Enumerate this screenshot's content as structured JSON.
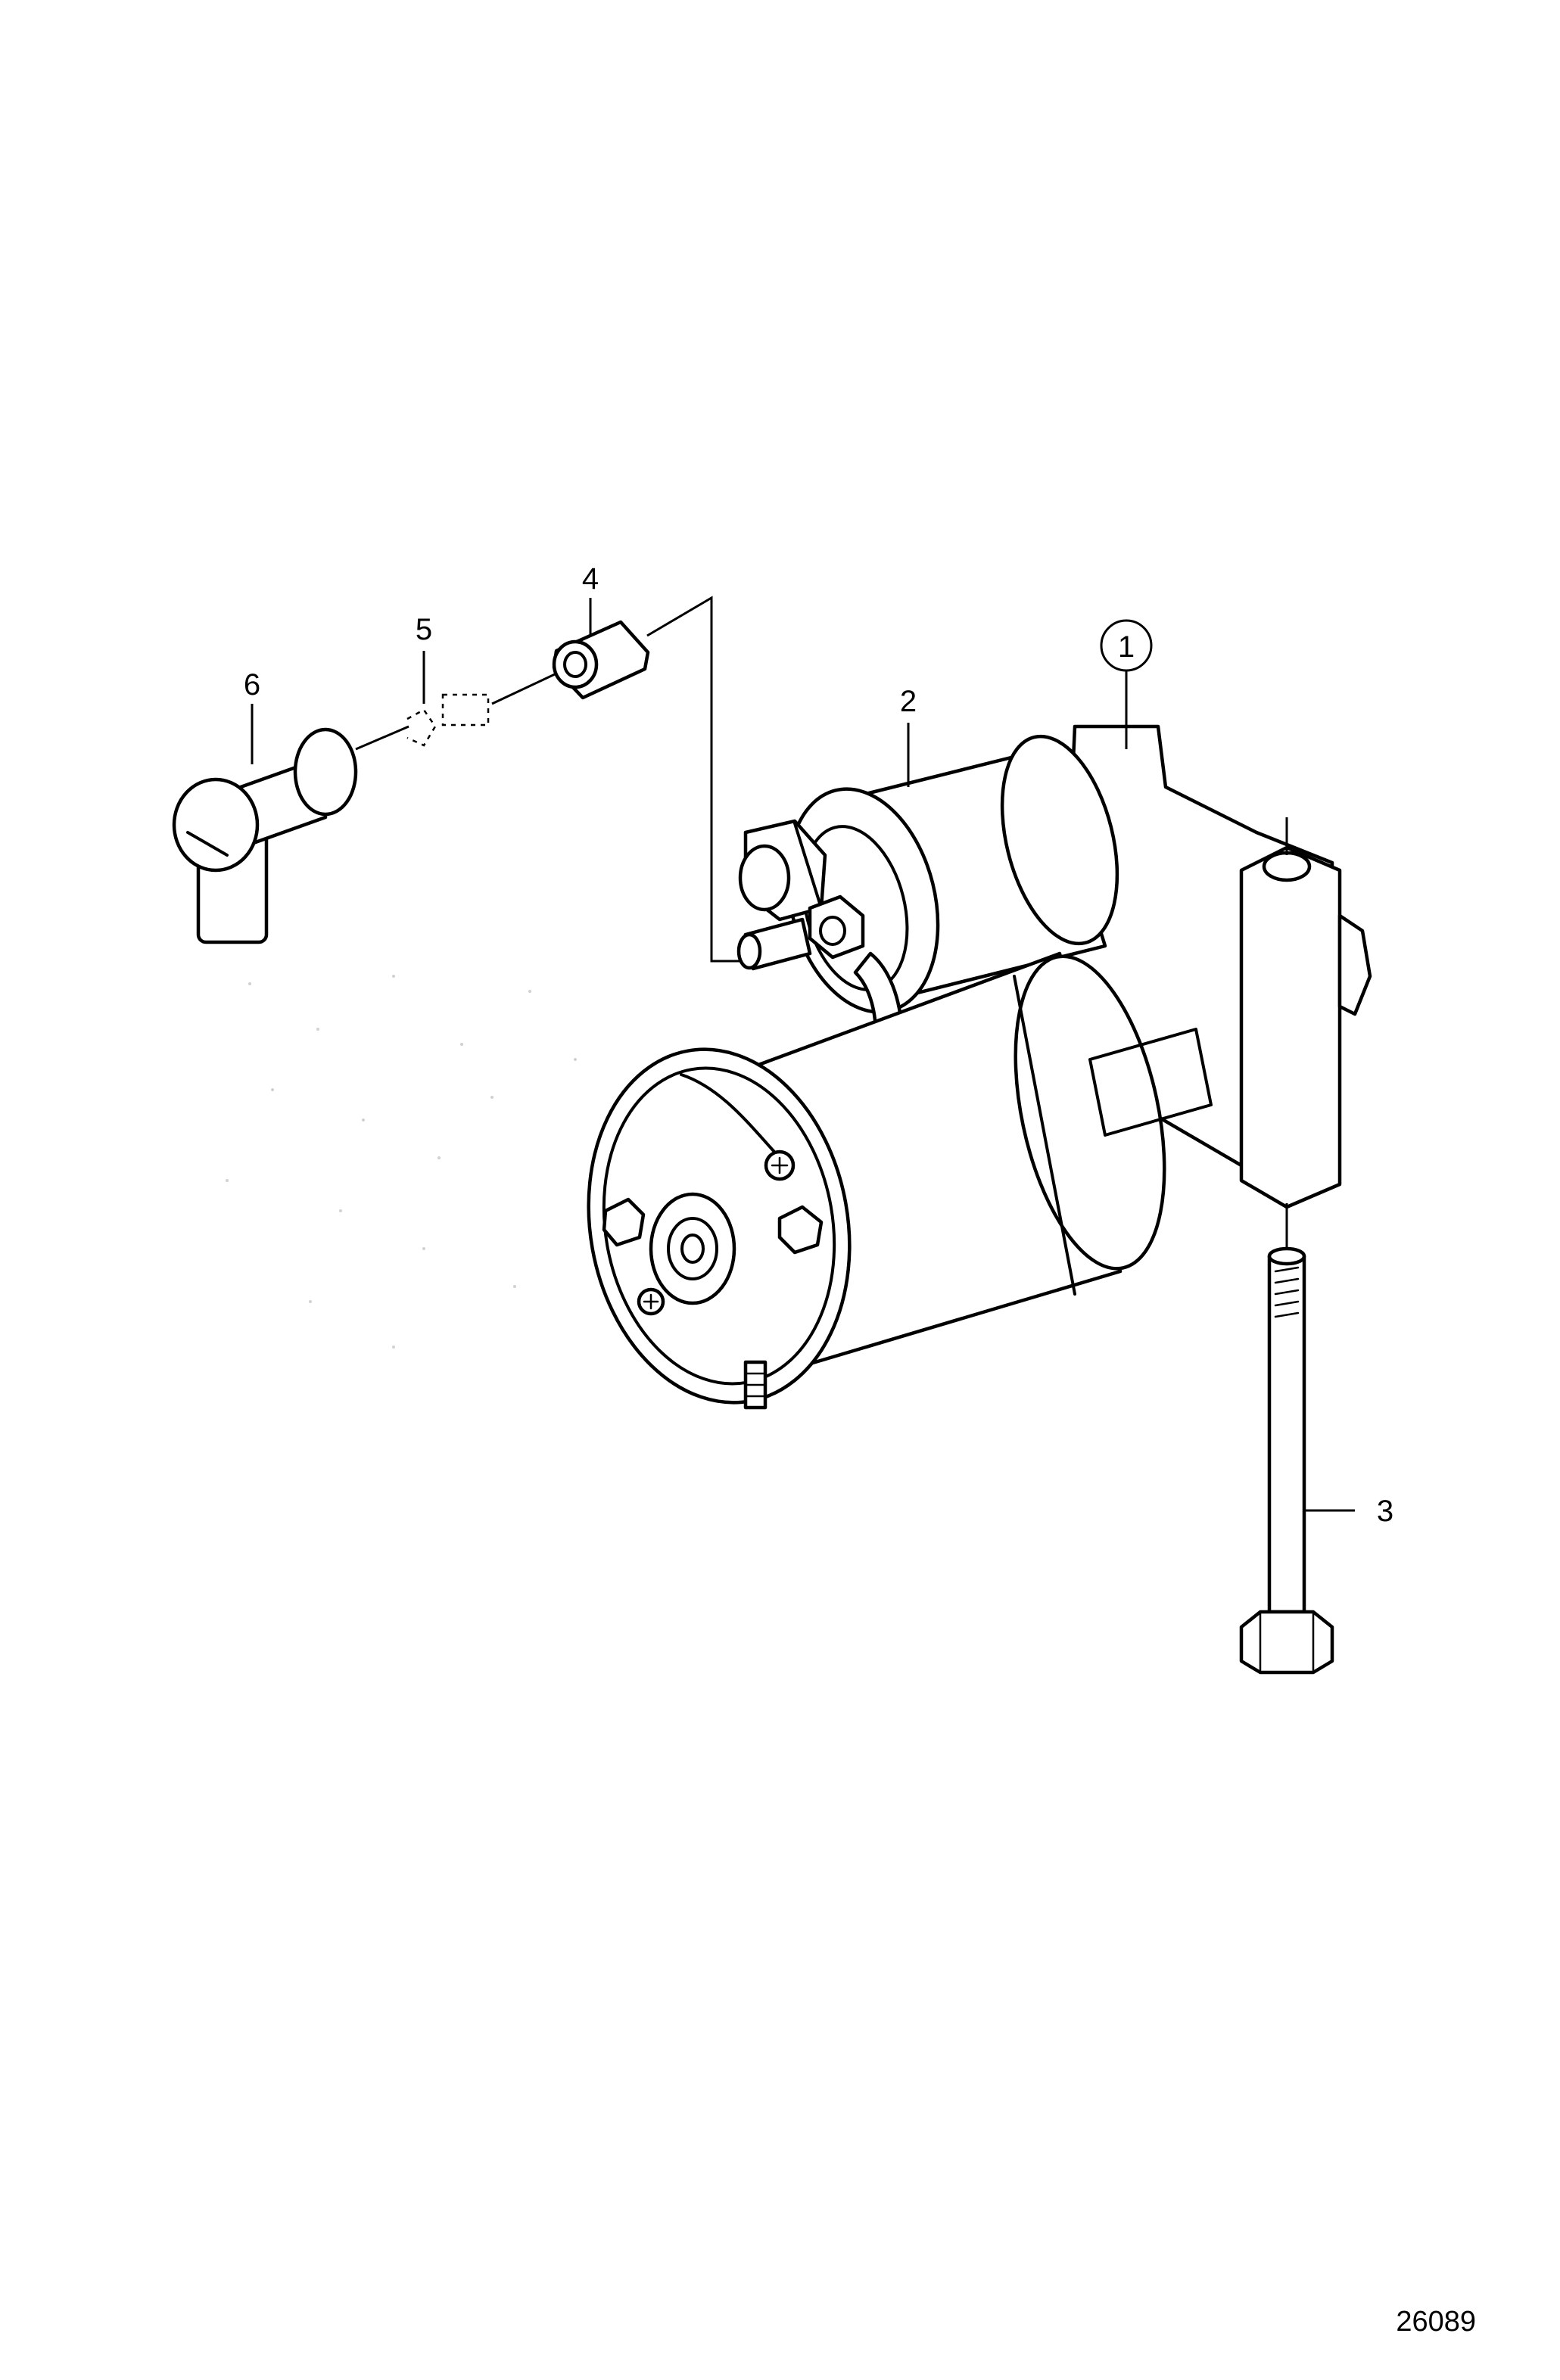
{
  "diagram": {
    "callouts": {
      "c1": "1",
      "c2": "2",
      "c3": "3",
      "c4": "4",
      "c5": "5",
      "c6": "6"
    },
    "figure_number": "26089"
  }
}
